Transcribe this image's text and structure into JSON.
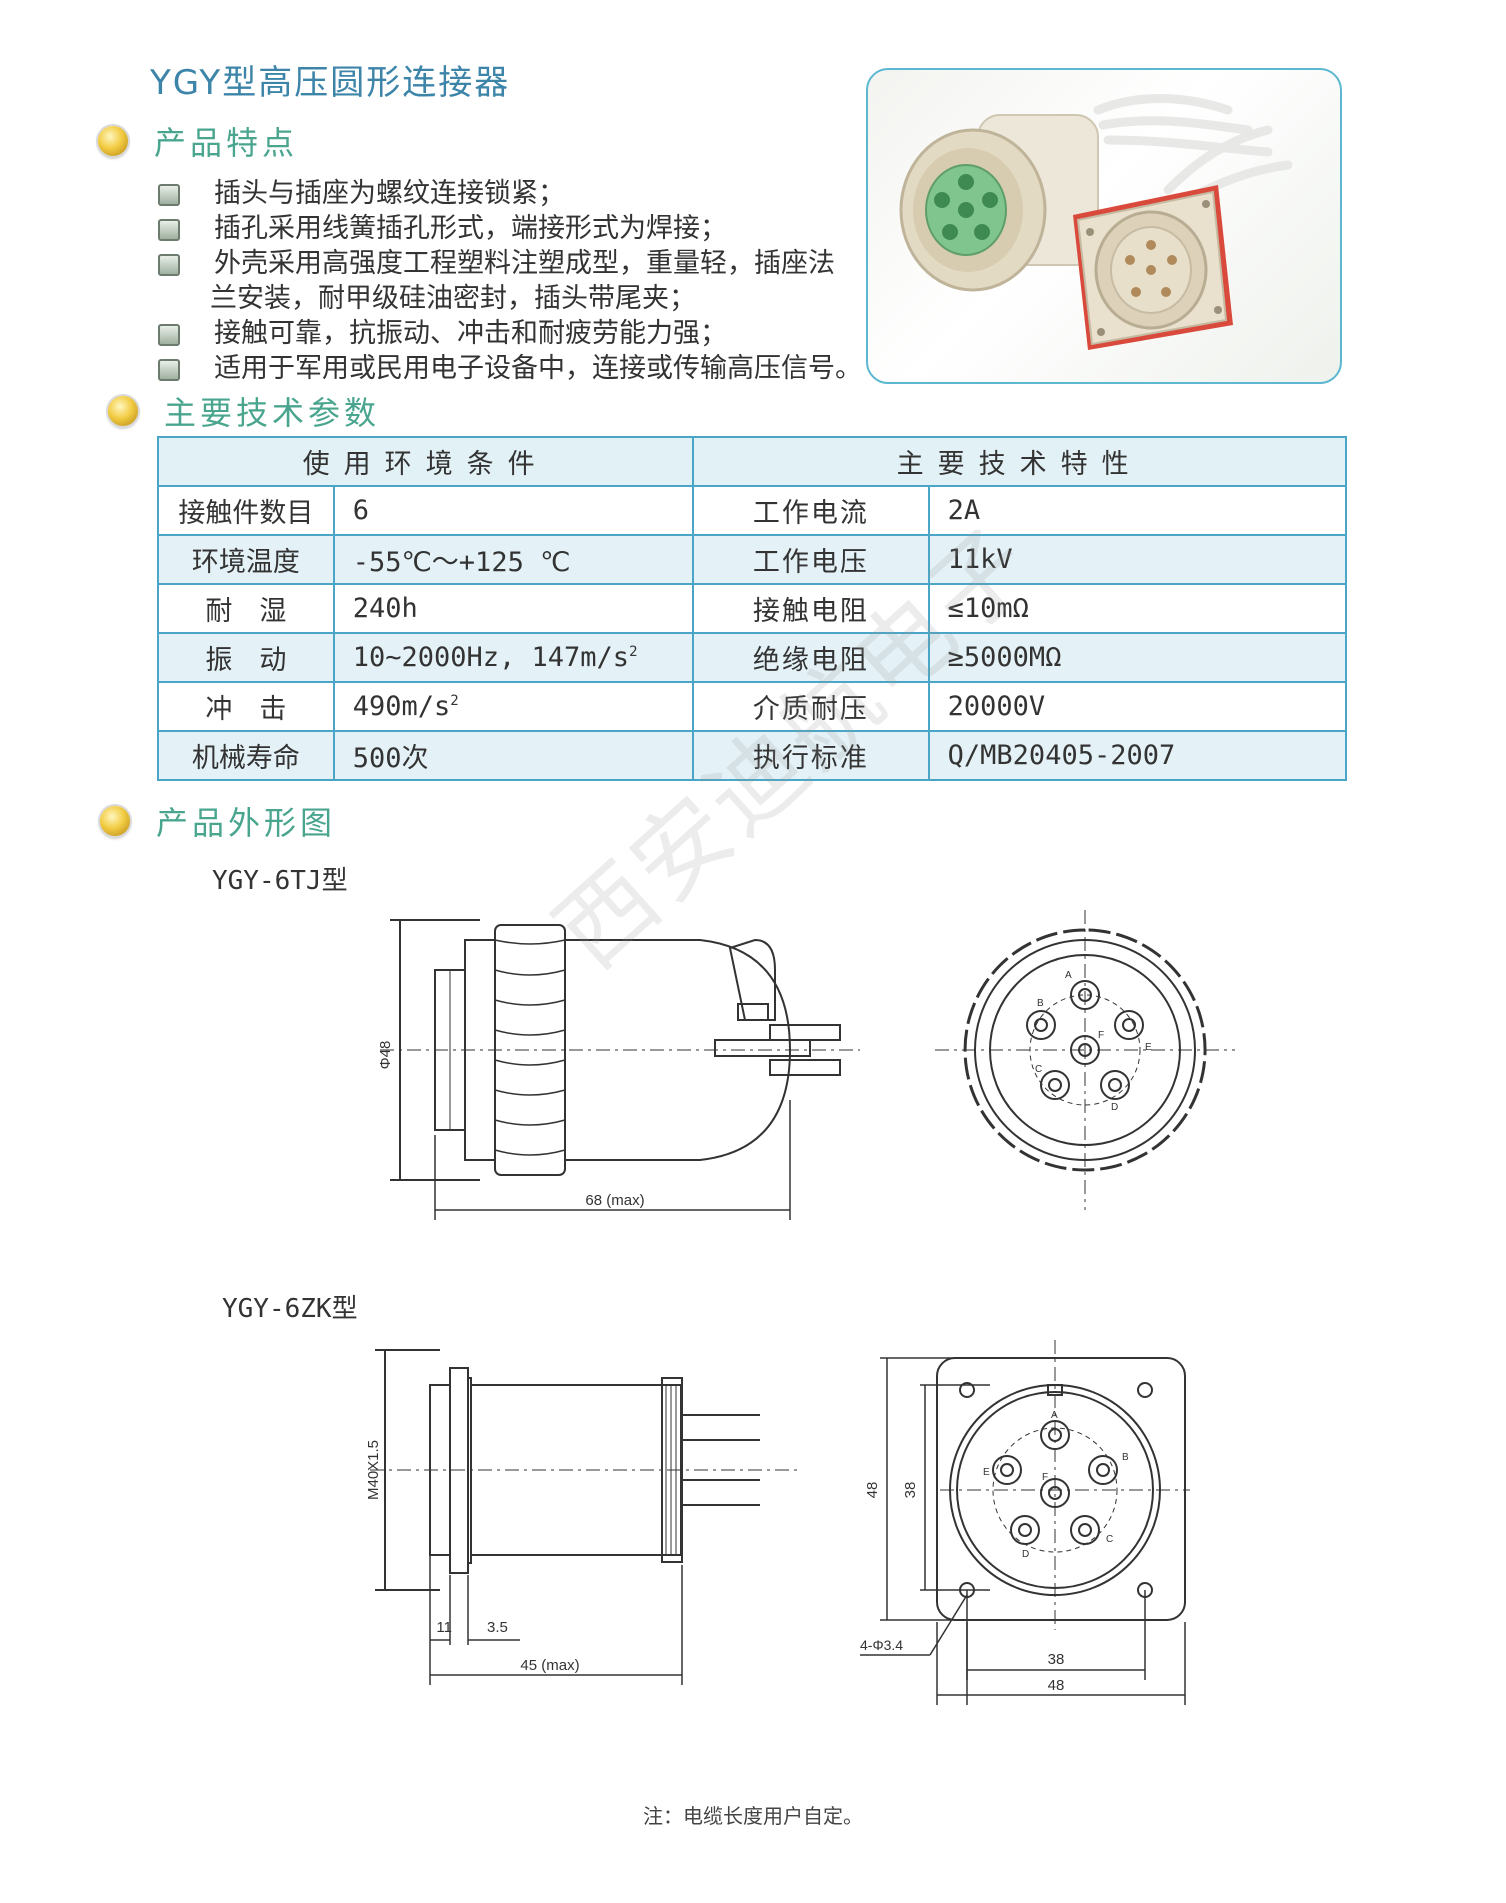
{
  "page": {
    "title": "YGY型高压圆形连接器"
  },
  "sections": {
    "features_title": "产品特点",
    "params_title": "主要技术参数",
    "drawings_title": "产品外形图"
  },
  "features": [
    "插头与插座为螺纹连接锁紧；",
    "插孔采用线簧插孔形式，端接形式为焊接；",
    "外壳采用高强度工程塑料注塑成型，重量轻，插座法",
    "兰安装，耐甲级硅油密封，插头带尾夹；",
    "接触可靠，抗振动、冲击和耐疲劳能力强；",
    "适用于军用或民用电子设备中，连接或传输高压信号。"
  ],
  "table": {
    "header_left": "使用环境条件",
    "header_right": "主要技术特性",
    "rows": [
      {
        "l_label": "接触件数目",
        "l_value": "6",
        "r_label": "工作电流",
        "r_value": "2A"
      },
      {
        "l_label": "环境温度",
        "l_value": "-55℃～+125 ℃",
        "r_label": "工作电压",
        "r_value": "11kV"
      },
      {
        "l_label": "耐　湿",
        "l_value": "240h",
        "r_label": "接触电阻",
        "r_value": "≤10mΩ"
      },
      {
        "l_label": "振　动",
        "l_value": "10~2000Hz, 147m/s",
        "l_sup": "2",
        "r_label": "绝缘电阻",
        "r_value": "≥5000MΩ"
      },
      {
        "l_label": "冲　击",
        "l_value": "490m/s",
        "l_sup": "2",
        "r_label": "介质耐压",
        "r_value": "20000V"
      },
      {
        "l_label": "机械寿命",
        "l_value": "500次",
        "r_label": "执行标准",
        "r_value": "Q/MB20405-2007"
      }
    ]
  },
  "drawings": {
    "model_tj": "YGY-6TJ型",
    "model_zk": "YGY-6ZK型",
    "tj_diameter": "Φ48",
    "tj_length": "68 (max)",
    "zk_thread": "M40X1.5",
    "zk_dim_11": "11",
    "zk_dim_35": "3.5",
    "zk_length": "45 (max)",
    "zk_holes": "4-Φ3.4",
    "zk_48_v": "48",
    "zk_38_v": "38",
    "zk_38_h": "38",
    "zk_48_h": "48",
    "pins_tj": [
      "A",
      "B",
      "F",
      "E",
      "C",
      "D"
    ],
    "pins_zk": [
      "A",
      "B",
      "E",
      "F",
      "D",
      "C"
    ]
  },
  "watermark": "西安迪航电子",
  "note": "注：电缆长度用户自定。"
}
